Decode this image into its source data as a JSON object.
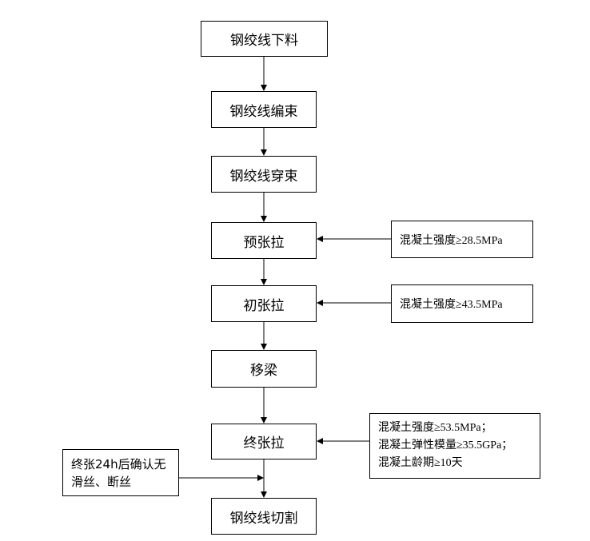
{
  "steps": [
    {
      "label": "钢绞线下料"
    },
    {
      "label": "钢绞线编束"
    },
    {
      "label": "钢绞线穿束"
    },
    {
      "label": "预张拉"
    },
    {
      "label": "初张拉"
    },
    {
      "label": "移梁"
    },
    {
      "label": "终张拉"
    },
    {
      "label": "钢绞线切割"
    }
  ],
  "conditions": {
    "pretension": "混凝土强度≥28.5MPa",
    "initial_tension": "混凝土强度≥43.5MPa",
    "final_tension": [
      "混凝土强度≥53.5MPa；",
      "混凝土弹性模量≥35.5GPa；",
      "混凝土龄期≥10天"
    ]
  },
  "note": {
    "lines": [
      "终张24h后确认无",
      "滑丝、断丝"
    ]
  }
}
